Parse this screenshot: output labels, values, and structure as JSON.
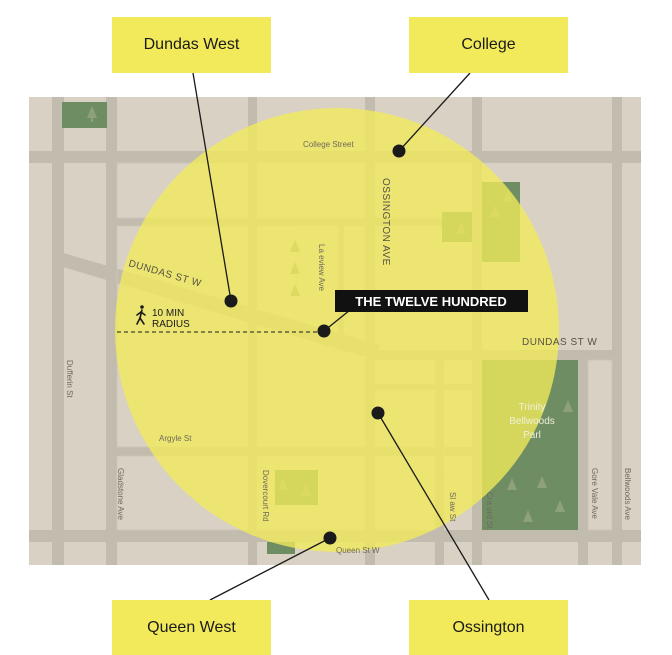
{
  "callouts": {
    "dundas_west": "Dundas West",
    "college": "College",
    "queen_west": "Queen West",
    "ossington": "Ossington"
  },
  "main_label": "THE TWELVE HUNDRED",
  "radius": {
    "line1": "10 MIN",
    "line2": "RADIUS",
    "icon": "walking-person-icon"
  },
  "streets": {
    "college": "College Street",
    "ossington_ave": "OSSINGTON AVE",
    "dundas_st_w_left": "DUNDAS ST W",
    "dundas_st_w_right": "DUNDAS ST W",
    "lakeview_ave": "La eview Ave",
    "dufferin": "Dufferin St",
    "argyle": "Argyle St",
    "gladstone": "Gladstone Ave",
    "dovercourt": "Dovercourt Rd",
    "queen": "Queen St W",
    "shaw": "Sl aw St",
    "crawford": "Cra ord St",
    "gore_vale": "Gore Vale Ave",
    "bellwoods": "Bellwoods Ave"
  },
  "park": {
    "line1": "Trinity",
    "line2": "Bellwoods",
    "line3": "Parl"
  },
  "colors": {
    "map_bg": "#d8d1c4",
    "road": "#c2bcae",
    "radius_fill": "#f2ea5a",
    "park": "#6f8d63",
    "callout": "#f2ea5a"
  }
}
